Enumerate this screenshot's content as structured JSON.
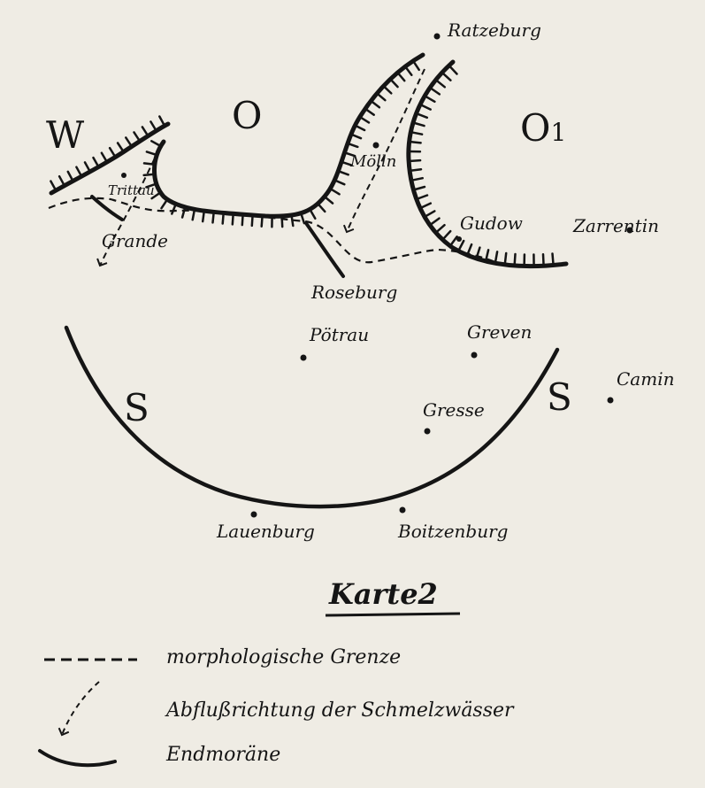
{
  "places": {
    "ratzeburg": "Ratzeburg",
    "moelln": "Mölln",
    "trittau": "Trittau",
    "grande": "Grande",
    "gudow": "Gudow",
    "zarrentin": "Zarrentin",
    "roseburg": "Roseburg",
    "poetrau": "Pötrau",
    "greven": "Greven",
    "camin": "Camin",
    "gresse": "Gresse",
    "lauenburg": "Lauenburg",
    "boitzenburg": "Boitzenburg"
  },
  "regions": {
    "w": "W",
    "o": "O",
    "o1_letter": "O",
    "o1_sub": "1",
    "s_left": "S",
    "s_right": "S"
  },
  "title": "Karte2",
  "legend": {
    "morph_boundary": "morphologische Grenze",
    "meltwater_direction": "Abflußrichtung der Schmelzwässer",
    "end_moraine": "Endmoräne"
  },
  "colors": {
    "ink": "#151515",
    "paper": "#efece4"
  }
}
